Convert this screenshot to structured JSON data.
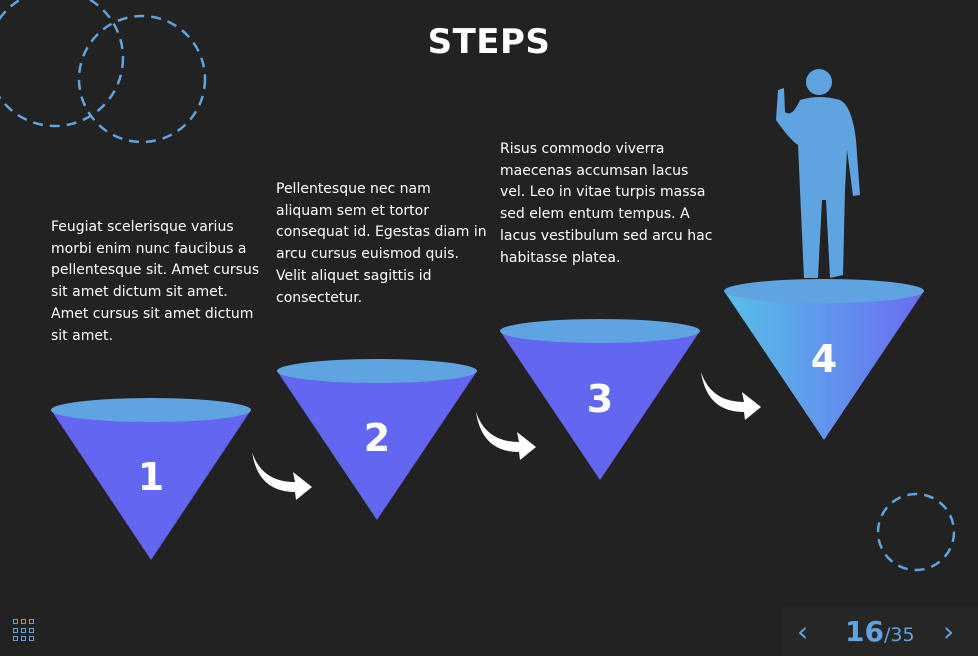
{
  "title": "STEPS",
  "steps": [
    {
      "number": "1",
      "text": "Feugiat scelerisque varius morbi enim nunc faucibus a pellentesque sit. Amet cursus sit amet dictum sit amet. Amet cursus sit amet dictum sit amet."
    },
    {
      "number": "2",
      "text": "Pellentesque nec nam aliquam sem et tortor consequat id. Egestas diam in arcu cursus euismod quis. Velit aliquet sagittis id consectetur."
    },
    {
      "number": "3",
      "text": "Risus commodo viverra maecenas accumsan lacus vel. Leo in vitae turpis massa sed elem entum tempus. A lacus vestibulum sed arcu hac habitasse platea."
    },
    {
      "number": "4",
      "text": ""
    }
  ],
  "pagination": {
    "current": "16",
    "total": "/35"
  },
  "colors": {
    "cone": "#6366f1",
    "cone_top": "#5fa3e0",
    "accent": "#5fa3e0"
  }
}
